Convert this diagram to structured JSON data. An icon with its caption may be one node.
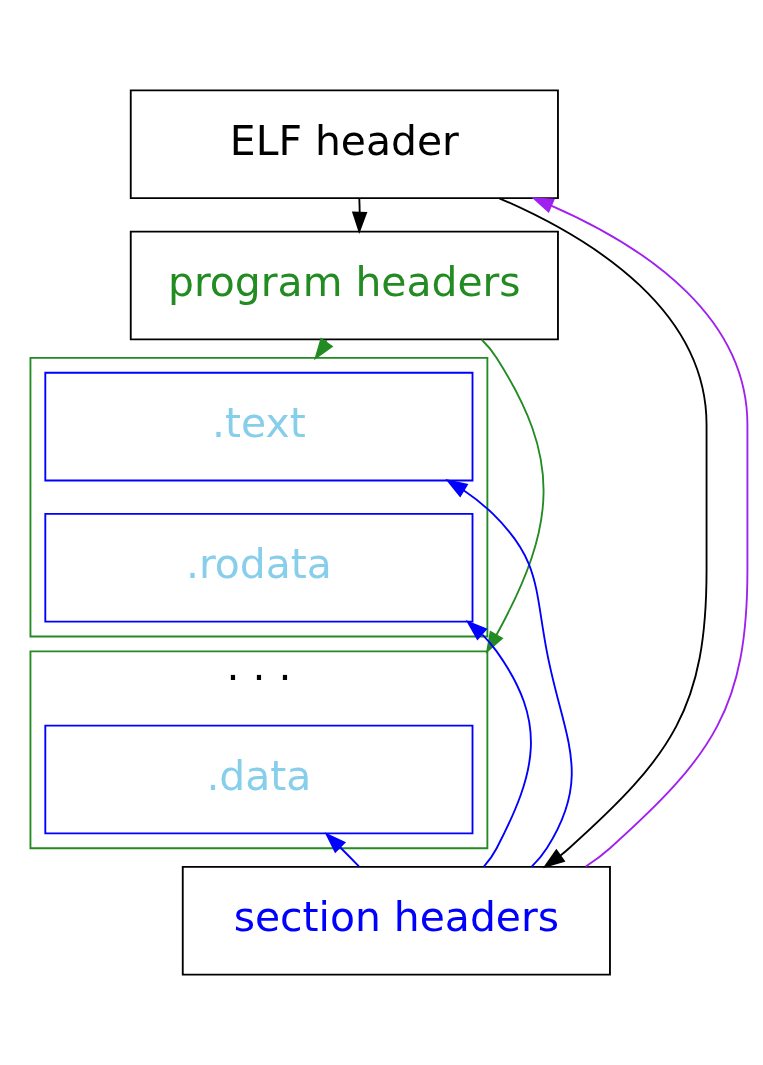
{
  "diagram": {
    "nodes": [
      {
        "text": [
          "ELF header"
        ]
      },
      {
        "text": [
          "program headers"
        ]
      },
      {
        "text": [],
        "shape": "box"
      },
      {
        "text": [
          ".text"
        ],
        "in": 2
      },
      {
        "text": [
          ".rodata"
        ],
        "in": 2
      },
      {
        "text": [
          "· · ·"
        ]
      },
      {
        "text": [
          ".data"
        ],
        "in": 5
      },
      {
        "text": [
          "section headers"
        ]
      }
    ],
    "edges": [
      {
        "from": 0,
        "to": 1,
        "arrow": "to",
        "color": "#000000"
      },
      {
        "from": 0,
        "to": 7,
        "arrow": "to",
        "color": "#000000"
      },
      {
        "from": 1,
        "to": 2,
        "arrow": "to",
        "color": "#228b22"
      },
      {
        "from": 1,
        "to": 5,
        "arrow": "to",
        "color": "#228b22"
      },
      {
        "from": 7,
        "to": 3,
        "arrow": "to"
      },
      {
        "from": 7,
        "to": 4,
        "arrow": "to"
      },
      {
        "from": 7,
        "to": 6,
        "arrow": "to"
      },
      {
        "from": 7,
        "to": 0,
        "arrow": "to",
        "color": "#a020f0"
      }
    ]
  }
}
